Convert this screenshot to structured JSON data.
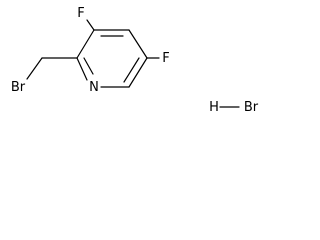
{
  "structure": {
    "atoms": {
      "f_top": "F",
      "f_right": "F",
      "br_left": "Br",
      "n_ring": "N",
      "h_salt": "H",
      "br_salt": "Br"
    }
  }
}
